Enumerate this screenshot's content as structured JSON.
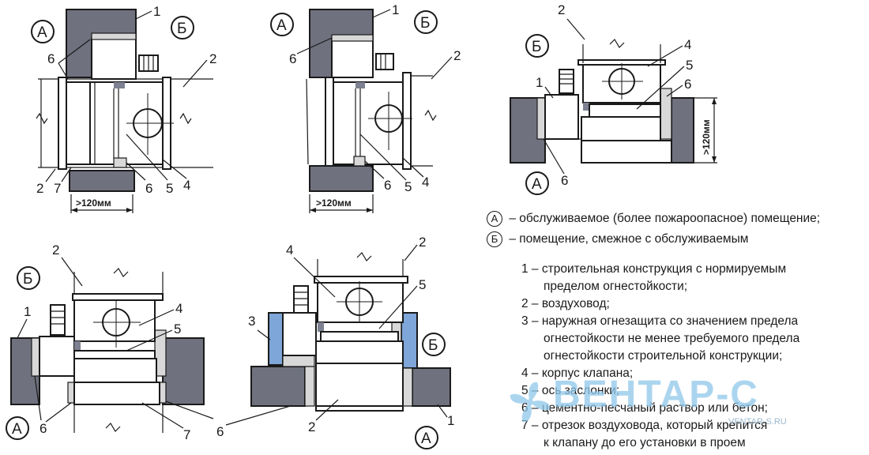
{
  "diagrams": [
    {
      "labels": {
        "a": "А",
        "b": "Б"
      },
      "numbers": [
        "1",
        "6",
        "2",
        "2",
        "7",
        "6",
        "5",
        "4"
      ],
      "dimension": ">120мм"
    },
    {
      "labels": {
        "a": "А",
        "b": "Б"
      },
      "numbers": [
        "1",
        "6",
        "2",
        "6",
        "5",
        "4"
      ],
      "dimension": ">120мм"
    },
    {
      "labels": {
        "a": "А",
        "b": "Б"
      },
      "numbers": [
        "2",
        "4",
        "5",
        "1",
        "6",
        "6"
      ],
      "dimension": ">120мм"
    },
    {
      "labels": {
        "a": "А",
        "b": "Б"
      },
      "numbers": [
        "2",
        "4",
        "5",
        "1",
        "6",
        "7"
      ]
    },
    {
      "labels": {
        "a": "А",
        "b": "Б"
      },
      "numbers": [
        "4",
        "2",
        "5",
        "3",
        "2",
        "1",
        "6"
      ]
    }
  ],
  "legend": {
    "rooms": [
      {
        "symbol": "А",
        "text": "– обслуживаемое (более пожароопасное) помещение;"
      },
      {
        "symbol": "Б",
        "text": "– помещение, смежное с обслуживаемым"
      }
    ],
    "items": [
      {
        "line1": "1 – строительная конструкция с нормируемым",
        "line2": "пределом огнестойкости;"
      },
      {
        "line1": "2 – воздуховод;"
      },
      {
        "line1": "3 – наружная огнезащита со значением предела",
        "line2": "огнестойкости не менее требуемого предела",
        "line3": "огнестойкости строительной конструкции;"
      },
      {
        "line1": "4 – корпус клапана;"
      },
      {
        "line1": "5 – ось заслонки;"
      },
      {
        "line1": "6 – цементно-песчаный раствор или бетон;"
      },
      {
        "line1": "7 – отрезок воздуховода, который крепится",
        "line2": "к клапану до его установки в проем"
      }
    ]
  },
  "watermark": {
    "brand": "ВЕНТАР-С",
    "url": "VENTAR-S.RU"
  },
  "colors": {
    "wall": "#6f717e",
    "protection": "#7ea6d8",
    "mortar": "#d8d8d8",
    "watermark": "#8fc7ea"
  }
}
